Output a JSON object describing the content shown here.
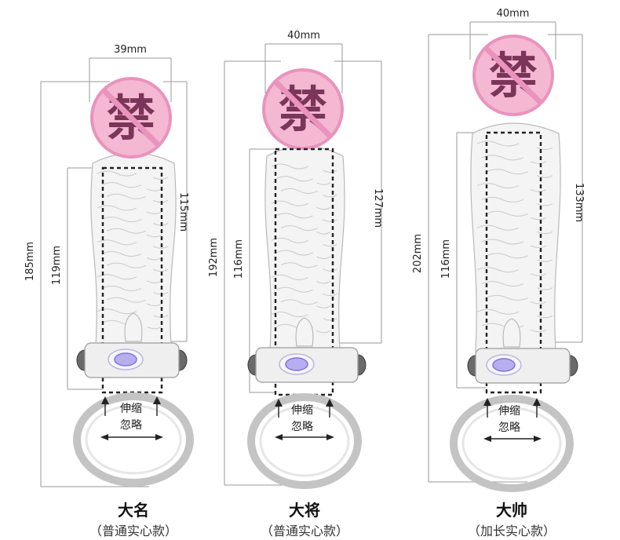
{
  "notes": {
    "stretch_line1": "伸缩",
    "stretch_line2": "忽略"
  },
  "forbidden_char": "禁",
  "products": [
    {
      "name": "大名",
      "type": "（普通实心款）",
      "diameter": "39mm",
      "total_length": "185mm",
      "inner_length": "119mm",
      "side_length": "115mm"
    },
    {
      "name": "大将",
      "type": "（普通实心款）",
      "diameter": "40mm",
      "total_length": "192mm",
      "inner_length": "116mm",
      "side_length": "127mm"
    },
    {
      "name": "大帅",
      "type": "（加长实心款）",
      "diameter": "40mm",
      "total_length": "202mm",
      "inner_length": "116mm",
      "side_length": "133mm"
    }
  ],
  "colors": {
    "forbid_pink": "#f4b8d2",
    "button_purple": "#b7aef0"
  }
}
